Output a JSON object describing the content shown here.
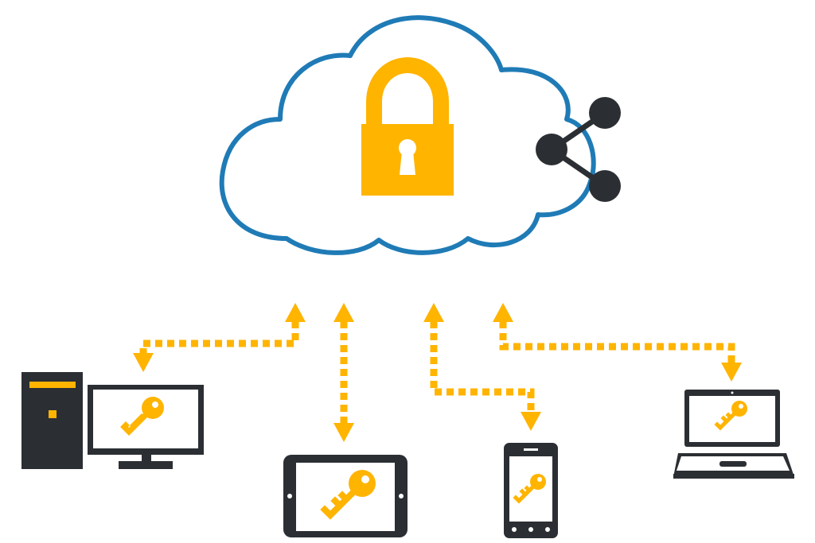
{
  "colors": {
    "background": "#ffffff",
    "cloud_outline": "#1f7bb6",
    "accent": "#ffb400",
    "device_dark": "#2b2f33",
    "screen": "#ffffff"
  },
  "icons": {
    "cloud": "cloud-icon",
    "lock": "padlock-icon",
    "share": "share-icon",
    "key": "key-icon",
    "desktop": "desktop-computer-icon",
    "tablet": "tablet-icon",
    "phone": "smartphone-icon",
    "laptop": "laptop-icon"
  },
  "connections": [
    {
      "name": "desktop",
      "bidirectional": true
    },
    {
      "name": "tablet",
      "bidirectional": true
    },
    {
      "name": "phone",
      "bidirectional": true
    },
    {
      "name": "laptop",
      "bidirectional": true
    }
  ]
}
